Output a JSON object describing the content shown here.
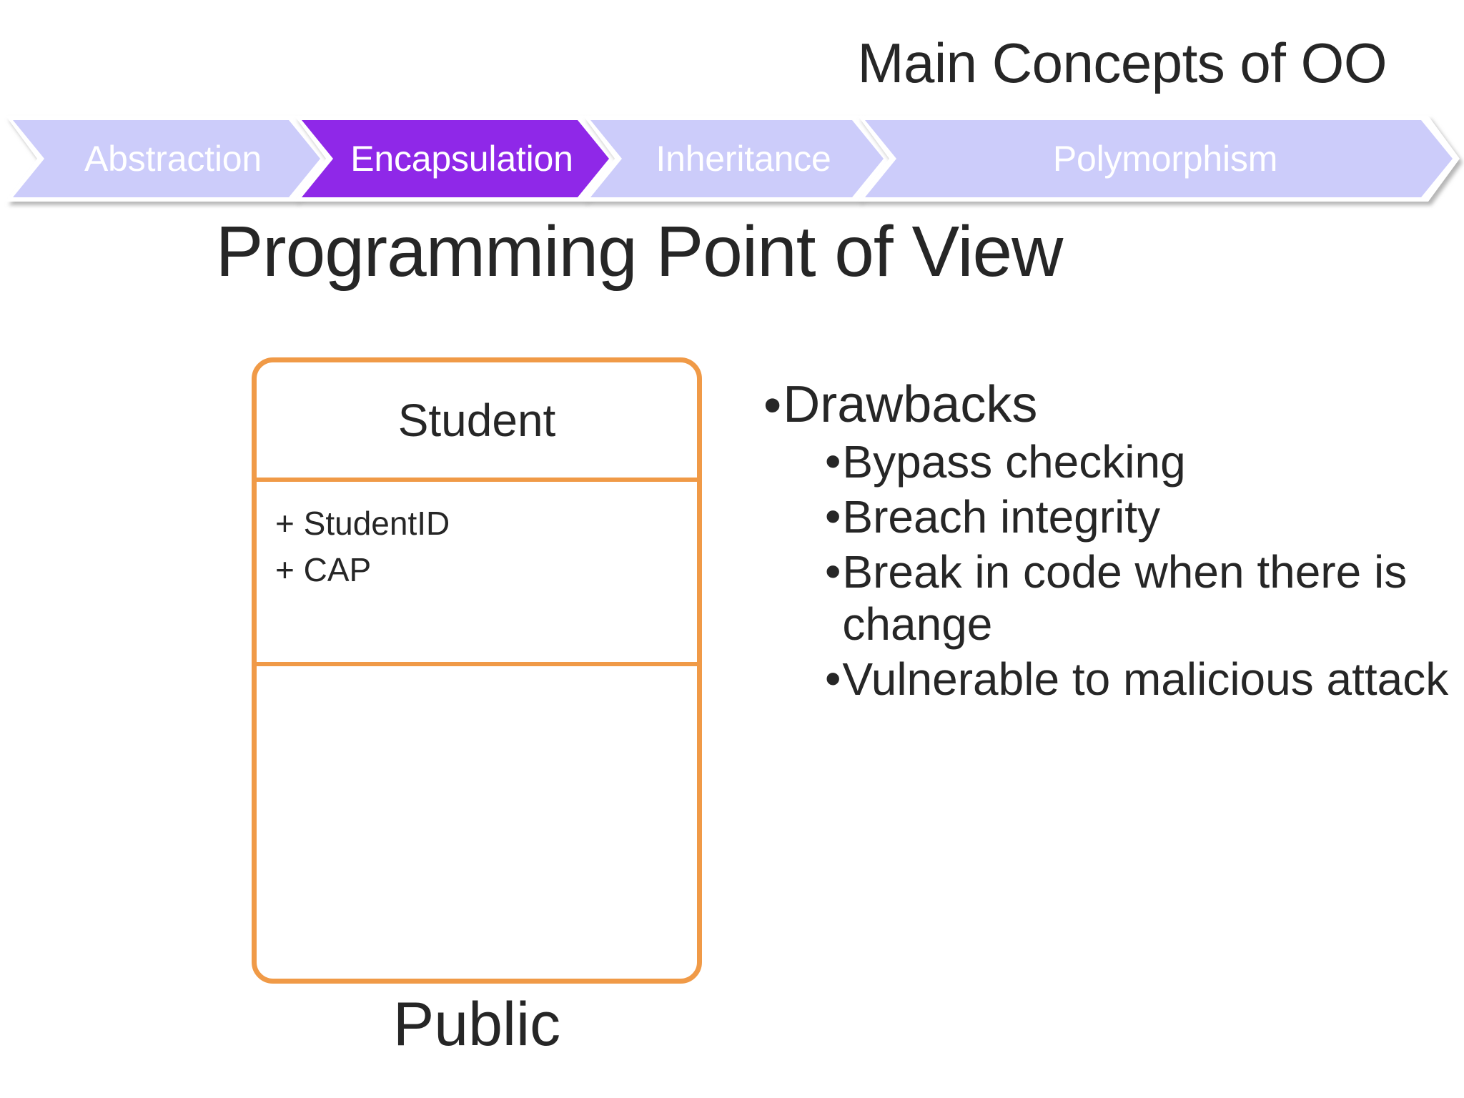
{
  "slide": {
    "header_title": "Main Concepts of OO",
    "section_title": "Programming Point of View"
  },
  "concept_banner": {
    "active_index": 1,
    "active_color": "#8f28e8",
    "inactive_color": "#ccccfa",
    "label_color": "#ffffff",
    "items": [
      {
        "label": "Abstraction"
      },
      {
        "label": "Encapsulation"
      },
      {
        "label": "Inheritance"
      },
      {
        "label": "Polymorphism"
      }
    ]
  },
  "class_diagram": {
    "border_color": "#f09a47",
    "name": "Student",
    "attributes": [
      "+ StudentID",
      "+ CAP"
    ],
    "methods": [],
    "access_label": "Public"
  },
  "drawbacks": {
    "heading": "Drawbacks",
    "bullet_glyph": "•",
    "items": [
      "Bypass checking",
      "Breach integrity",
      "Break in code when there is change",
      "Vulnerable to malicious attack"
    ]
  }
}
